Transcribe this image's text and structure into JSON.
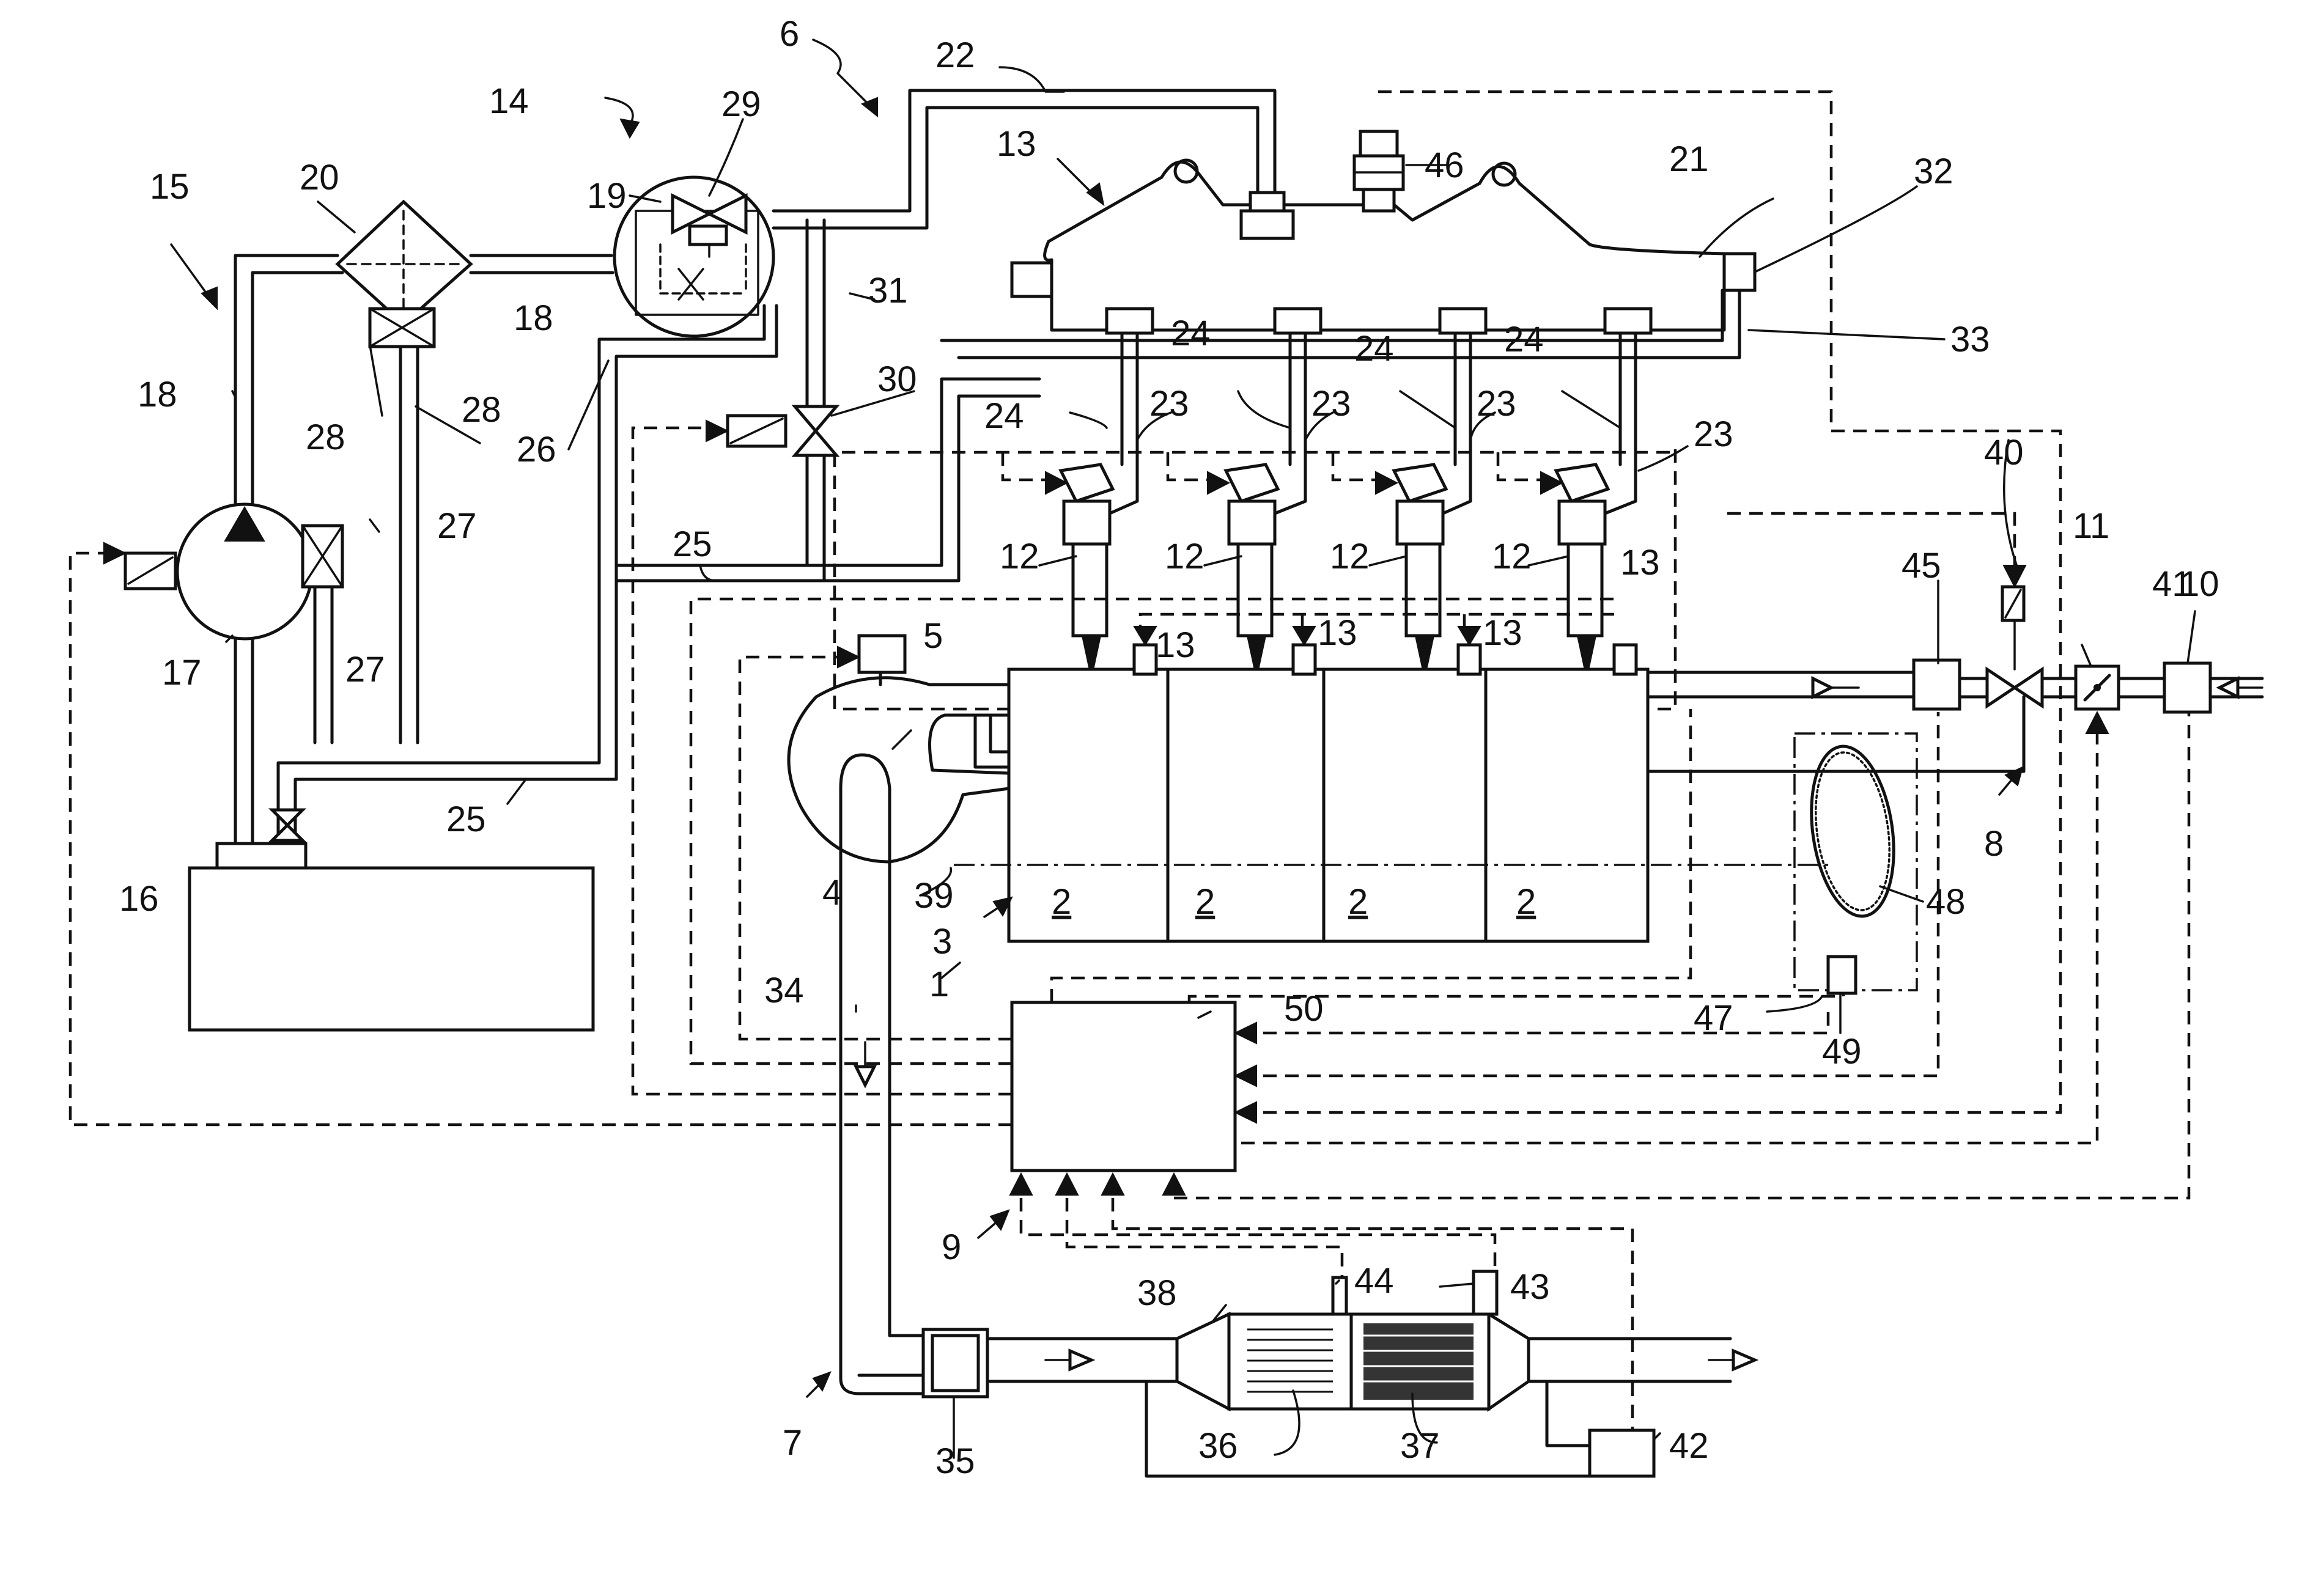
{
  "labels": {
    "l1": "1",
    "l2a": "2",
    "l2b": "2",
    "l2c": "2",
    "l2d": "2",
    "l3": "3",
    "l4": "4",
    "l5": "5",
    "l6": "6",
    "l7": "7",
    "l8": "8",
    "l9": "9",
    "l10": "10",
    "l11": "11",
    "l12a": "12",
    "l12b": "12",
    "l12c": "12",
    "l12d": "12",
    "l13": "13",
    "l13a": "13",
    "l13b": "13",
    "l13c": "13",
    "l13d": "13",
    "l14": "14",
    "l15": "15",
    "l16": "16",
    "l17": "17",
    "l18a": "18",
    "l18b": "18",
    "l19": "19",
    "l20": "20",
    "l21": "21",
    "l22": "22",
    "l23a": "23",
    "l23b": "23",
    "l23c": "23",
    "l23d": "23",
    "l24a": "24",
    "l24b": "24",
    "l24c": "24",
    "l24d": "24",
    "l25a": "25",
    "l25b": "25",
    "l26": "26",
    "l27a": "27",
    "l27b": "27",
    "l28a": "28",
    "l28b": "28",
    "l29": "29",
    "l30": "30",
    "l31": "31",
    "l32": "32",
    "l33": "33",
    "l34": "34",
    "l35": "35",
    "l36": "36",
    "l37": "37",
    "l38": "38",
    "l39": "39",
    "l40": "40",
    "l41": "41",
    "l42": "42",
    "l43": "43",
    "l44": "44",
    "l45": "45",
    "l46": "46",
    "l47": "47",
    "l48": "48",
    "l49": "49",
    "l50": "50"
  }
}
